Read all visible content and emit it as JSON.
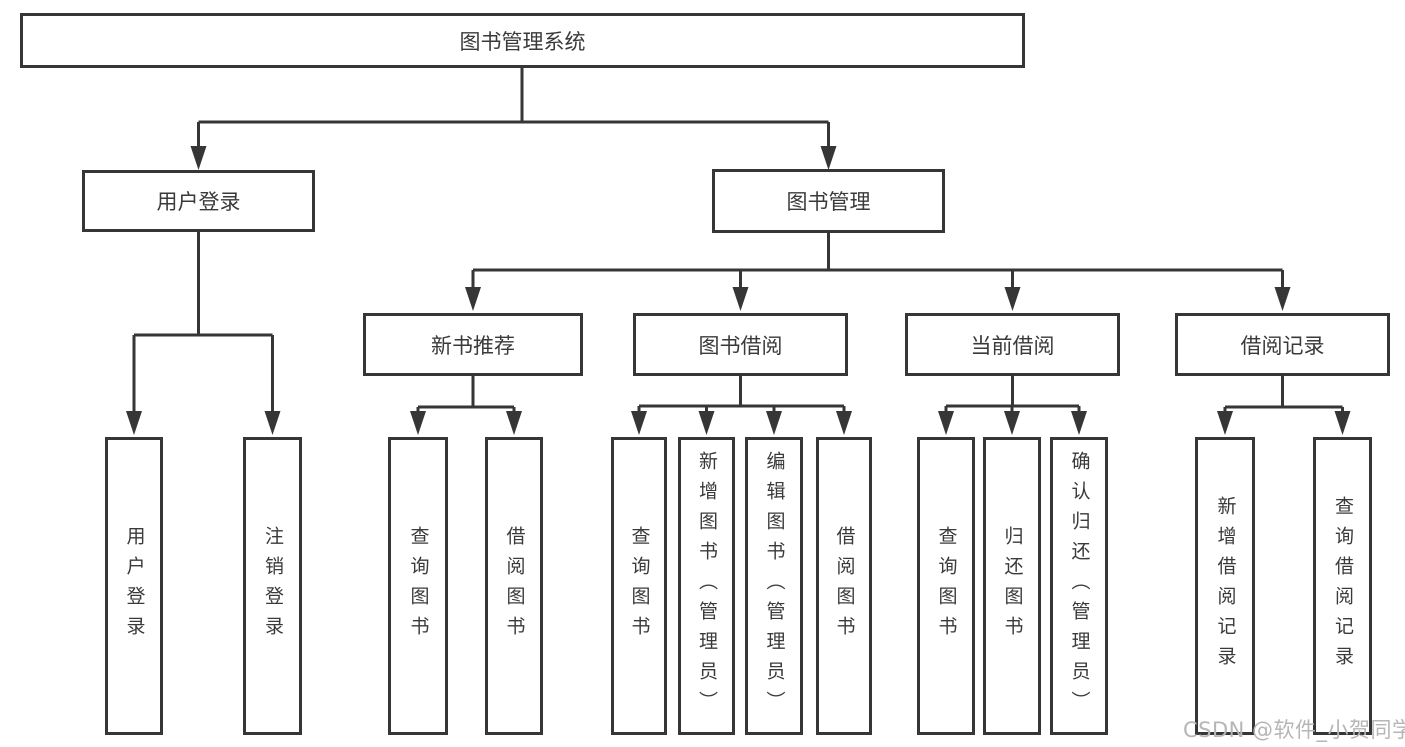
{
  "diagram": {
    "root": {
      "label": "图书管理系统"
    },
    "level2": {
      "user_login": {
        "label": "用户登录"
      },
      "book_mgmt": {
        "label": "图书管理"
      }
    },
    "level3": {
      "new_book": {
        "label": "新书推荐"
      },
      "book_borrow": {
        "label": "图书借阅"
      },
      "current_borrow": {
        "label": "当前借阅"
      },
      "borrow_record": {
        "label": "借阅记录"
      }
    },
    "leaves": {
      "user_login": "用户登录",
      "logout": "注销登录",
      "newbook_query": "查询图书",
      "newbook_borrow": "借阅图书",
      "borrow_query": "查询图书",
      "borrow_add": "新增图书（管理员）",
      "borrow_edit": "编辑图书（管理员）",
      "borrow_do": "借阅图书",
      "current_query": "查询图书",
      "current_return": "归还图书",
      "current_confirm": "确认归还（管理员）",
      "record_add": "新增借阅记录",
      "record_query": "查询借阅记录"
    }
  },
  "watermark": {
    "text": "CSDN @软件_小贺同学"
  },
  "colors": {
    "line": "#363636",
    "text": "#3a3a3a",
    "box_background": "#ffffff",
    "watermark": "#b6b6b6",
    "background": "#ffffff"
  }
}
